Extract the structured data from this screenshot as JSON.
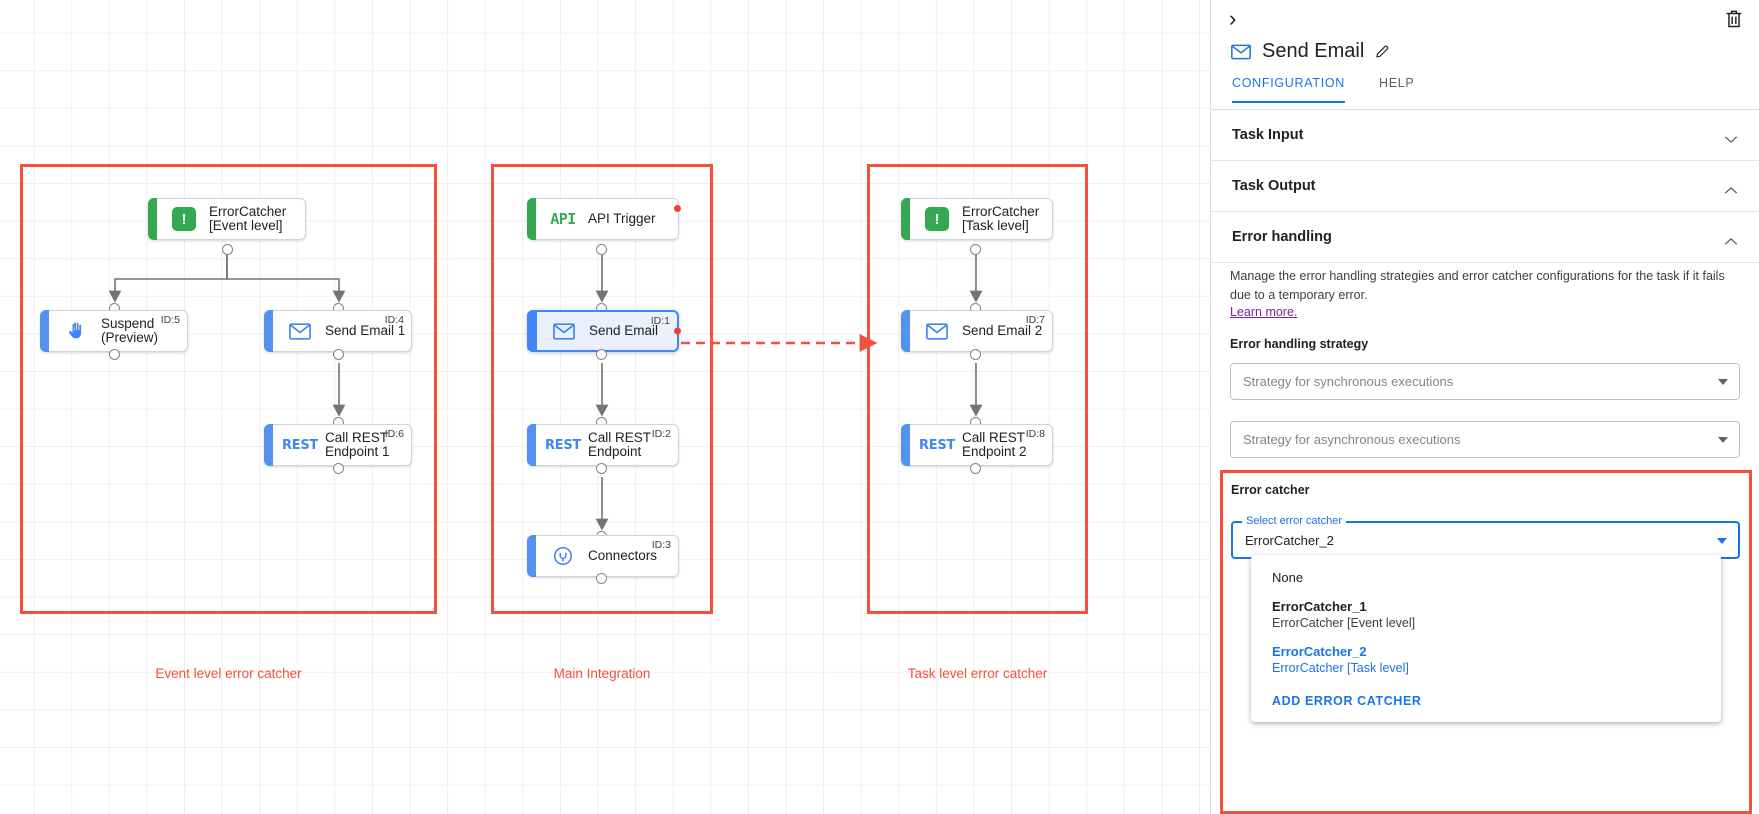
{
  "canvas": {
    "groups": [
      {
        "caption": "Event level error catcher"
      },
      {
        "caption": "Main Integration"
      },
      {
        "caption": "Task level error catcher"
      }
    ],
    "nodes": {
      "error_catcher_event": {
        "label": "ErrorCatcher\n[Event level]",
        "icon": "exclamation-icon",
        "id": ""
      },
      "suspend": {
        "label": "Suspend\n(Preview)",
        "icon": "hand-icon",
        "id": "ID:5"
      },
      "send_email_1": {
        "label": "Send Email 1",
        "icon": "envelope-icon",
        "id": "ID:4"
      },
      "call_rest_1": {
        "label": "Call REST\nEndpoint 1",
        "icon": "rest-icon",
        "id": "ID:6"
      },
      "api_trigger": {
        "label": "API Trigger",
        "icon": "api-icon",
        "id": ""
      },
      "send_email": {
        "label": "Send Email",
        "icon": "envelope-icon",
        "id": "ID:1"
      },
      "call_rest": {
        "label": "Call REST\nEndpoint",
        "icon": "rest-icon",
        "id": "ID:2"
      },
      "connectors": {
        "label": "Connectors",
        "icon": "connector-icon",
        "id": "ID:3"
      },
      "error_catcher_task": {
        "label": "ErrorCatcher\n[Task level]",
        "icon": "exclamation-icon",
        "id": ""
      },
      "send_email_2": {
        "label": "Send Email 2",
        "icon": "envelope-icon",
        "id": "ID:7"
      },
      "call_rest_2": {
        "label": "Call REST\nEndpoint 2",
        "icon": "rest-icon",
        "id": "ID:8"
      }
    }
  },
  "panel": {
    "title": "Send Email",
    "tabs": [
      {
        "label": "CONFIGURATION",
        "active": true
      },
      {
        "label": "HELP",
        "active": false
      }
    ],
    "sections": {
      "task_input": "Task Input",
      "task_output": "Task Output",
      "error_handling": "Error handling"
    },
    "error_handling": {
      "description": "Manage the error handling strategies and error catcher configurations for the task if it fails due to a temporary error.",
      "learn_more": "Learn more.",
      "strategy_label": "Error handling strategy",
      "sync_placeholder": "Strategy for synchronous executions",
      "async_placeholder": "Strategy for asynchronous executions",
      "error_catcher_label": "Error catcher",
      "select_legend": "Select error catcher",
      "select_value": "ErrorCatcher_2",
      "options": [
        {
          "main": "None",
          "sub": "",
          "selected": false,
          "bold": false
        },
        {
          "main": "ErrorCatcher_1",
          "sub": "ErrorCatcher [Event level]",
          "selected": false,
          "bold": true
        },
        {
          "main": "ErrorCatcher_2",
          "sub": "ErrorCatcher [Task level]",
          "selected": true,
          "bold": true
        }
      ],
      "add_action": "ADD ERROR CATCHER"
    }
  },
  "colors": {
    "accent_blue": "#1a73e8",
    "highlight_red": "#f4503c",
    "green": "#34a853",
    "error_dot": "#ea4335",
    "link_purple": "#7b1fa2"
  }
}
